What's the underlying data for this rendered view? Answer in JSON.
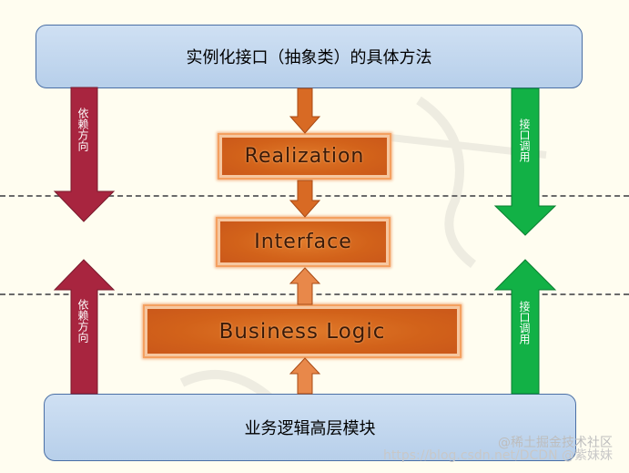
{
  "top_box": {
    "text": "实例化接口（抽象类）的具体方法"
  },
  "bottom_box": {
    "text": "业务逻辑高层模块"
  },
  "layers": {
    "realization": "Realization",
    "interface": "Interface",
    "business_logic": "Business Logic"
  },
  "arrows": {
    "left_top": "依赖方向",
    "left_bottom": "依赖方向",
    "right_top": "接口调用",
    "right_bottom": "接口调用"
  },
  "watermark": {
    "line1": "@稀土掘金技术社区",
    "line2": "https://blog.csdn.net/DCDN @紫妹妹"
  },
  "colors": {
    "left_arrow": "#a8253f",
    "right_arrow": "#12b146",
    "orange_arrow": "#d86a24"
  }
}
